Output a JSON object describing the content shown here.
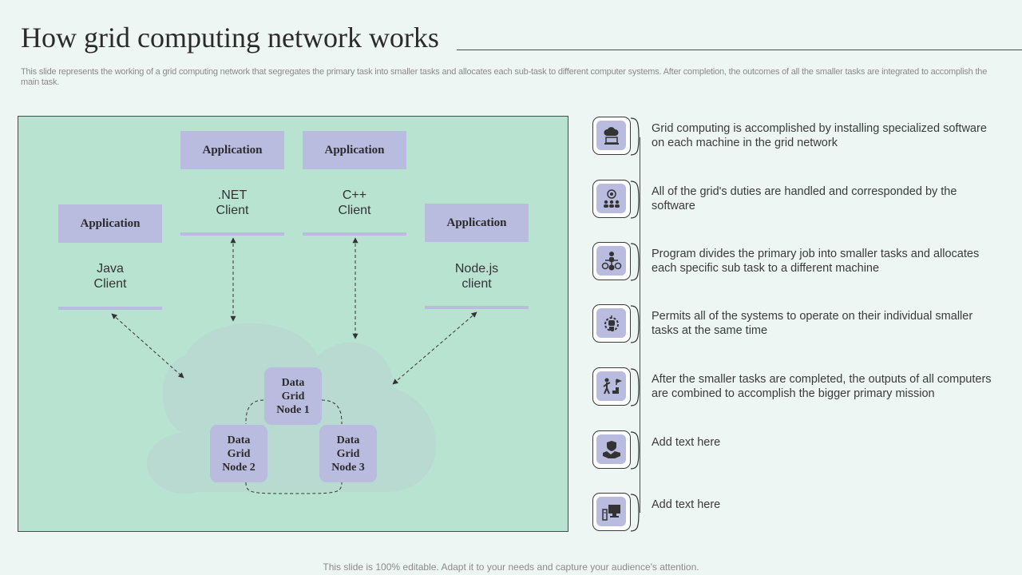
{
  "header": {
    "title": "How grid computing network works",
    "subtitle": "This slide represents the working of a grid computing network that segregates the primary task into smaller tasks and allocates each sub-task to different computer systems. After completion, the outcomes of all the smaller tasks are integrated to accomplish the main task."
  },
  "diagram": {
    "clients": [
      {
        "app_label": "Application",
        "name": "Java\nClient"
      },
      {
        "app_label": "Application",
        "name": ".NET\nClient"
      },
      {
        "app_label": "Application",
        "name": "C++\nClient"
      },
      {
        "app_label": "Application",
        "name": "Node.js\nclient"
      }
    ],
    "nodes": [
      {
        "line1": "Data",
        "line2": "Grid",
        "line3": "Node 1"
      },
      {
        "line1": "Data",
        "line2": "Grid",
        "line3": "Node 2"
      },
      {
        "line1": "Data",
        "line2": "Grid",
        "line3": "Node 3"
      }
    ]
  },
  "steps": [
    {
      "icon": "cloud-laptop-icon",
      "text": "Grid computing is accomplished by installing specialized software on each machine in the grid network"
    },
    {
      "icon": "team-target-icon",
      "text": "All of the grid's duties are handled and corresponded by the software"
    },
    {
      "icon": "task-distribution-icon",
      "text": "Program divides the primary job into smaller tasks and allocates each specific sub task to a different machine"
    },
    {
      "icon": "robot-gear-icon",
      "text": "Permits all of the systems to operate on their individual  smaller tasks at the same time"
    },
    {
      "icon": "person-goal-icon",
      "text": "After the smaller tasks are completed, the outputs of all computers are combined to accomplish the bigger primary mission"
    },
    {
      "icon": "handshake-shield-icon",
      "text": "Add text here"
    },
    {
      "icon": "computer-network-icon",
      "text": "Add text here"
    }
  ],
  "footer": {
    "text": "This slide is 100% editable. Adapt it to your needs and capture your audience's attention."
  },
  "colors": {
    "background": "#eef6f3",
    "diagram_fill": "#b8e3d1",
    "cloud_fill": "#b7d9d1",
    "accent": "#b9bbdf"
  }
}
